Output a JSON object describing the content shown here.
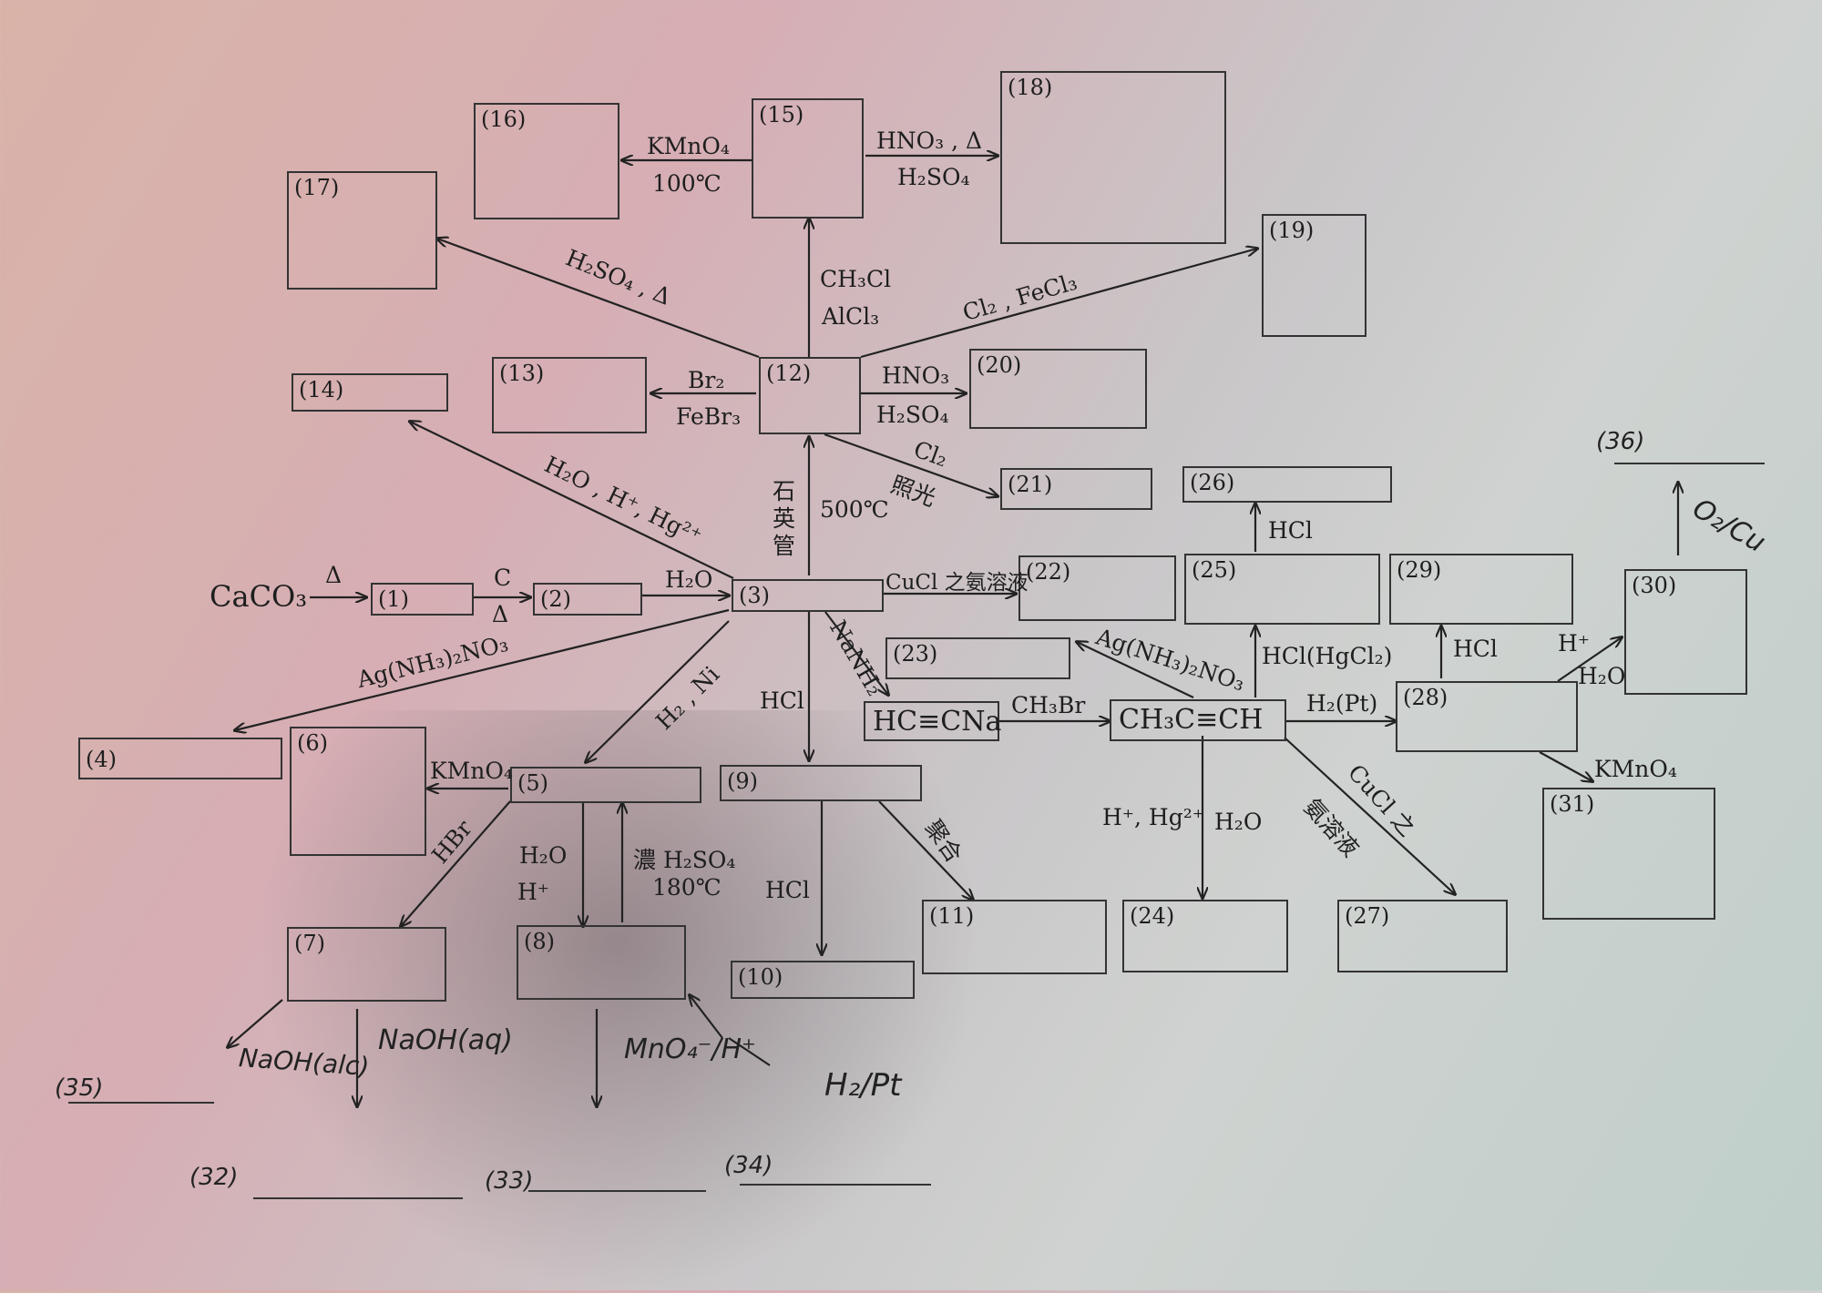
{
  "boxes": {
    "b1": "(1)",
    "b2": "(2)",
    "b3": "(3)",
    "b4": "(4)",
    "b5": "(5)",
    "b6": "(6)",
    "b7": "(7)",
    "b8": "(8)",
    "b9": "(9)",
    "b10": "(10)",
    "b11": "(11)",
    "b12": "(12)",
    "b13": "(13)",
    "b14": "(14)",
    "b15": "(15)",
    "b16": "(16)",
    "b17": "(17)",
    "b18": "(18)",
    "b19": "(19)",
    "b20": "(20)",
    "b21": "(21)",
    "b22": "(22)",
    "b23": "(23)",
    "b24": "(24)",
    "b25": "(25)",
    "b26": "(26)",
    "b27": "(27)",
    "b28": "(28)",
    "b29": "(29)",
    "b30": "(30)",
    "b31": "(31)"
  },
  "compounds": {
    "caco3": "CaCO₃",
    "sodium_acetylide": "HC≡CNa",
    "propyne": "CH₃C≡CH"
  },
  "reagents": {
    "delta": "Δ",
    "c": "C",
    "c_delta": "Δ",
    "h2o": "H₂O",
    "ag_nh3": "Ag(NH₃)₂NO₃",
    "h2_ni": "H₂ , Ni",
    "hcl_3_9": "HCl",
    "nanh2": "NaNH₂",
    "cucl": "CuCl 之氨溶液",
    "quartz": "石英管",
    "t500": "500℃",
    "hydration": "H₂O , H⁺, Hg²⁺",
    "br2": "Br₂",
    "febr3": "FeBr₃",
    "hno3_20": "HNO₃",
    "h2so4_20": "H₂SO₄",
    "cl2_21": "Cl₂",
    "light": "照光",
    "cl2_fecl3": "Cl₂ , FeCl₃",
    "h2so4_delta": "H₂SO₄ , Δ",
    "ch3cl": "CH₃Cl",
    "alcl3": "AlCl₃",
    "kmno4_16": "KMnO₄",
    "t100": "100℃",
    "hno3_18": "HNO₃ , Δ",
    "h2so4_18": "H₂SO₄",
    "kmno4_6": "KMnO₄",
    "hbr": "HBr",
    "h2o_8": "H₂O",
    "h_8": "H⁺",
    "conc_h2so4": "濃 H₂SO₄",
    "t180": "180℃",
    "hcl_9_10": "HCl",
    "polymerize": "聚合",
    "ch3br": "CH₃Br",
    "ag_nh3_23": "Ag(NH₃)₂NO₃",
    "hcl_hgcl2": "HCl(HgCl₂)",
    "hcl_26": "HCl",
    "h2pt": "H₂(Pt)",
    "hg_h": "H⁺, Hg²⁺",
    "h2o_24": "H₂O",
    "cucl_27a": "CuCl 之",
    "cucl_27b": "氨溶液",
    "hcl_29": "HCl",
    "h_30": "H⁺",
    "h2o_30": "H₂O",
    "kmno4_31": "KMnO₄"
  },
  "handwriting": {
    "naoh_alc": "NaOH(alc)",
    "naoh_aq": "NaOH(aq)",
    "mno4": "MnO₄⁻/H⁺",
    "h2pt_hand": "H₂/Pt",
    "o2cu": "O₂/Cu",
    "n35": "(35)",
    "n32": "(32)",
    "n33": "(33)",
    "n34": "(34)",
    "n36": "(36)"
  }
}
